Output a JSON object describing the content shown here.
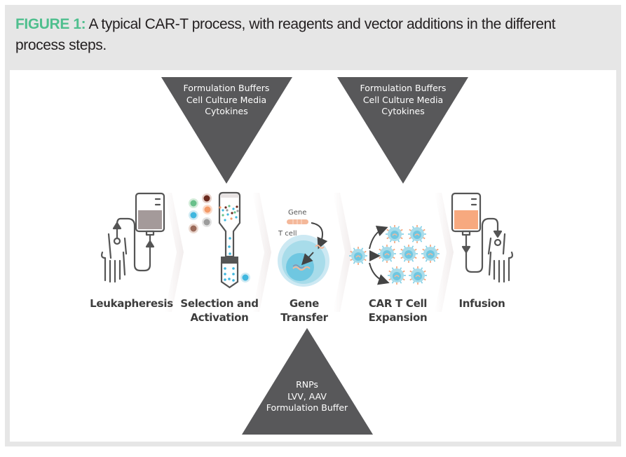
{
  "caption": {
    "figure_label": "FIGURE 1:",
    "text": " A typical CAR-T process, with reagents and vector additions in the different process steps."
  },
  "reagent_inputs": [
    {
      "id": "top-left",
      "lines": [
        "Formulation Buffers",
        "Cell Culture Media",
        "Cytokines"
      ],
      "target_step": "Selection and Activation"
    },
    {
      "id": "top-right",
      "lines": [
        "Formulation Buffers",
        "Cell Culture Media",
        "Cytokines"
      ],
      "target_step": "CAR T Cell Expansion"
    },
    {
      "id": "bottom",
      "lines": [
        "RNPs",
        "LVV, AAV",
        "Formulation Buffer"
      ],
      "target_step": "Gene Transfer"
    }
  ],
  "steps": [
    {
      "lines": [
        "Leukapheresis"
      ],
      "icon": "iv-bag-hand-icon"
    },
    {
      "lines": [
        "Selection and",
        "Activation"
      ],
      "icon": "selection-column-icon"
    },
    {
      "lines": [
        "Gene",
        "Transfer"
      ],
      "icon": "gene-transfer-icon"
    },
    {
      "lines": [
        "CAR T Cell",
        "Expansion"
      ],
      "icon": "cell-expansion-icon"
    },
    {
      "lines": [
        "Infusion"
      ],
      "icon": "iv-bag-hand-icon"
    }
  ],
  "gene_transfer_labels": {
    "gene": "Gene",
    "tcell": "T cell"
  },
  "colors": {
    "figure_label": "#4fbf8e",
    "triangle": "#58585a",
    "frame": "#e6e6e6",
    "leuka_fill": "#a49a9a",
    "infusion_fill": "#f7a97f",
    "cell_blue": "#a8dcea",
    "nucleus_blue": "#6fc7e1",
    "gene_orange": "#f4b89a"
  }
}
